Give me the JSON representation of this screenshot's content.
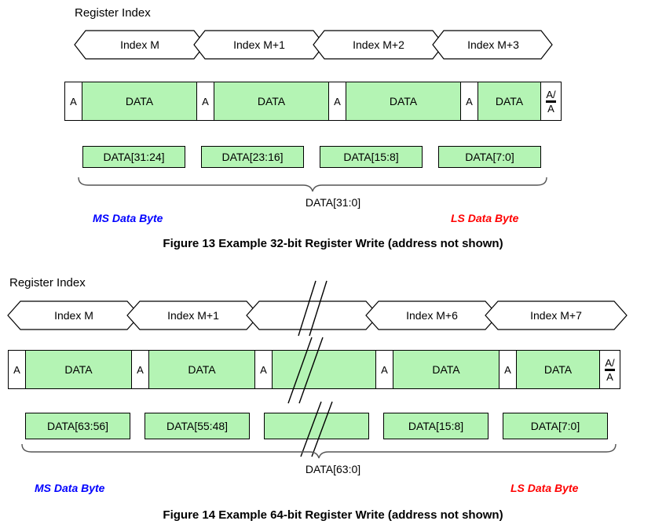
{
  "figures": [
    {
      "id": "figure-13",
      "register_index_label": "Register Index",
      "hexagons": [
        {
          "label": "Index M"
        },
        {
          "label": "Index M+1"
        },
        {
          "label": "Index M+2"
        },
        {
          "label": "Index M+3"
        }
      ],
      "cells": [
        {
          "type": "ack",
          "label": "A"
        },
        {
          "type": "data",
          "label": "DATA"
        },
        {
          "type": "ack",
          "label": "A"
        },
        {
          "type": "data",
          "label": "DATA"
        },
        {
          "type": "ack",
          "label": "A"
        },
        {
          "type": "data",
          "label": "DATA"
        },
        {
          "type": "ack",
          "label": "A"
        },
        {
          "type": "data",
          "label": "DATA"
        },
        {
          "type": "ackbar",
          "top": "A/",
          "bottom": "A"
        }
      ],
      "byte_boxes": [
        {
          "label": "DATA[31:24]"
        },
        {
          "label": "DATA[23:16]"
        },
        {
          "label": "DATA[15:8]"
        },
        {
          "label": "DATA[7:0]"
        }
      ],
      "span_label": "DATA[31:0]",
      "ms_label": "MS Data Byte",
      "ls_label": "LS Data Byte",
      "caption": "Figure 13 Example 32-bit Register Write (address not shown)"
    },
    {
      "id": "figure-14",
      "register_index_label": "Register Index",
      "hexagons": [
        {
          "label": "Index M"
        },
        {
          "label": "Index M+1"
        },
        {
          "label": ""
        },
        {
          "label": "Index M+6"
        },
        {
          "label": "Index M+7"
        }
      ],
      "cells": [
        {
          "type": "ack",
          "label": "A"
        },
        {
          "type": "data",
          "label": "DATA"
        },
        {
          "type": "ack",
          "label": "A"
        },
        {
          "type": "data",
          "label": "DATA"
        },
        {
          "type": "ack",
          "label": "A"
        },
        {
          "type": "empty",
          "label": ""
        },
        {
          "type": "ack",
          "label": "A"
        },
        {
          "type": "data",
          "label": "DATA"
        },
        {
          "type": "ack",
          "label": "A"
        },
        {
          "type": "data",
          "label": "DATA"
        },
        {
          "type": "ackbar",
          "top": "A/",
          "bottom": "A"
        }
      ],
      "byte_boxes": [
        {
          "label": "DATA[63:56]"
        },
        {
          "label": "DATA[55:48]"
        },
        {
          "label": ""
        },
        {
          "label": "DATA[15:8]"
        },
        {
          "label": "DATA[7:0]"
        }
      ],
      "span_label": "DATA[63:0]",
      "ms_label": "MS Data Byte",
      "ls_label": "LS Data Byte",
      "caption": "Figure 14 Example 64-bit Register Write (address not shown)"
    }
  ],
  "colors": {
    "data_fill": "#b4f4b4",
    "ms_label_color": "#0000ff",
    "ls_label_color": "#ff0000",
    "stroke": "#000000"
  }
}
